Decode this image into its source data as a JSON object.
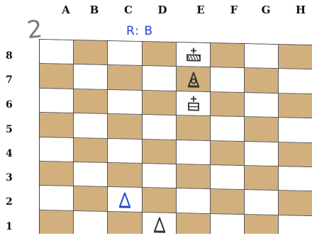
{
  "board": {
    "files": [
      "A",
      "B",
      "C",
      "D",
      "E",
      "F",
      "G",
      "H"
    ],
    "ranks": [
      "8",
      "7",
      "6",
      "5",
      "4",
      "3",
      "2",
      "1"
    ],
    "light_color": "#ffffff",
    "dark_color": "#d2b07e"
  },
  "annotations": {
    "diagram_number": "2",
    "turn_note": "R: B",
    "turn_note_color": "#2449c8"
  },
  "pieces": [
    {
      "square": "E8",
      "piece": "king",
      "color": "black",
      "icon": "king-icon",
      "ink": "#333333"
    },
    {
      "square": "E7",
      "piece": "bishop",
      "color": "black",
      "icon": "bishop-icon",
      "ink": "#333333"
    },
    {
      "square": "E6",
      "piece": "king",
      "color": "white",
      "icon": "king-icon",
      "ink": "#333333"
    },
    {
      "square": "C2",
      "piece": "bishop",
      "color": "white",
      "icon": "bishop-icon",
      "ink": "#2449c8"
    },
    {
      "square": "D1",
      "piece": "bishop",
      "color": "white",
      "icon": "bishop-icon",
      "ink": "#333333"
    }
  ]
}
